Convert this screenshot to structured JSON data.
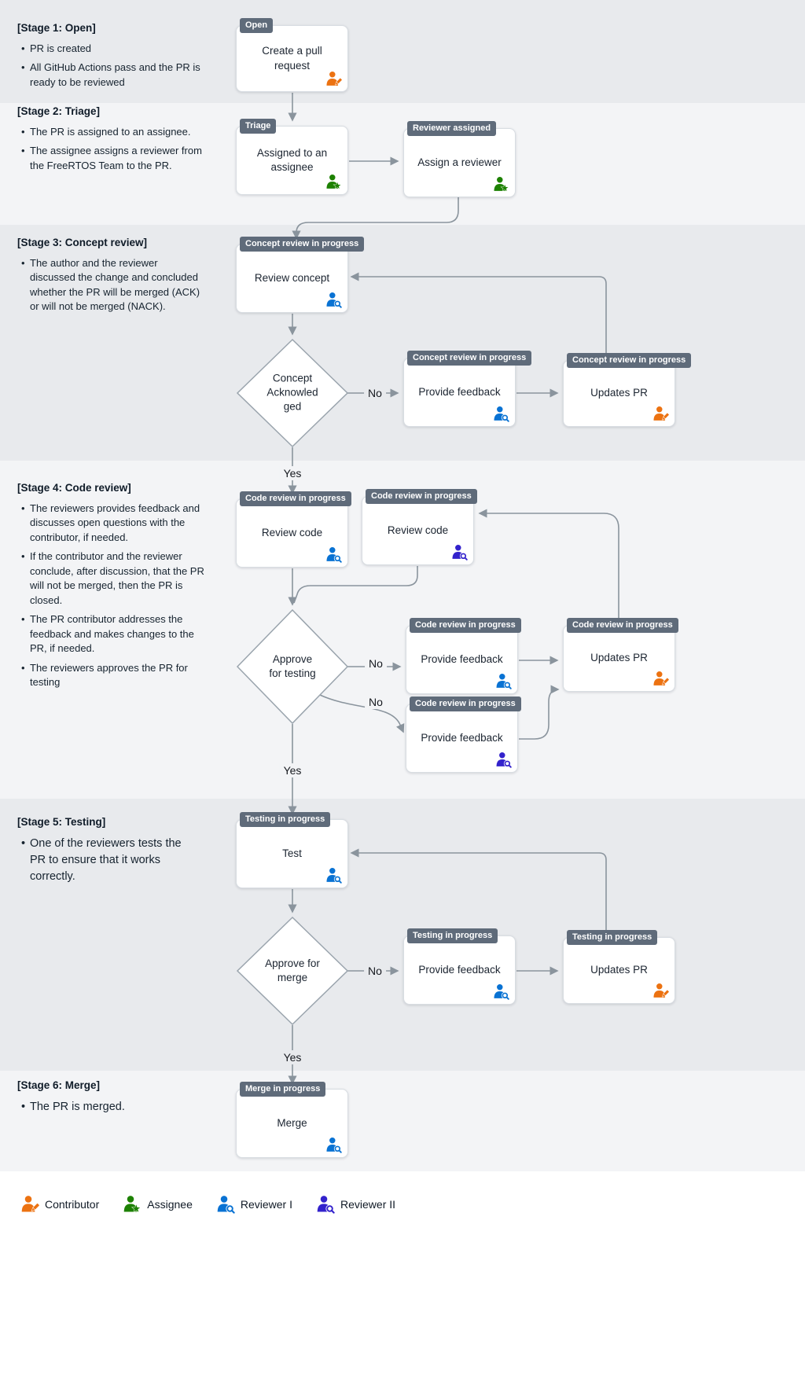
{
  "labels": {
    "yes": "Yes",
    "no": "No"
  },
  "stages": [
    {
      "title": "[Stage 1: Open]",
      "bullets": [
        "PR is created",
        "All GitHub Actions pass and the PR is ready to be reviewed"
      ]
    },
    {
      "title": "[Stage 2: Triage]",
      "bullets": [
        "The PR is assigned to an assignee.",
        "The assignee assigns a reviewer from the FreeRTOS Team to the PR."
      ]
    },
    {
      "title": "[Stage 3: Concept review]",
      "bullets": [
        "The author and the reviewer discussed the change and concluded whether the PR will be merged (ACK) or will not be merged (NACK)."
      ]
    },
    {
      "title": "[Stage 4: Code review]",
      "bullets": [
        "The reviewers provides feedback and discusses open questions with the contributor, if needed.",
        "If the contributor and the reviewer conclude, after discussion, that the PR will not be merged, then the PR is closed.",
        "The PR contributor addresses the feedback and makes changes to the PR, if needed.",
        "The reviewers approves the PR for testing"
      ]
    },
    {
      "title": "[Stage 5: Testing]",
      "bullets": [
        "One of the reviewers tests the PR to ensure that it works correctly."
      ]
    },
    {
      "title": "[Stage 6: Merge]",
      "bullets": [
        "The PR is merged."
      ]
    }
  ],
  "nodes": {
    "create_pr": {
      "badge": "Open",
      "label": "Create a pull request",
      "actor": "contributor"
    },
    "assigned": {
      "badge": "Triage",
      "label": "Assigned to an assignee",
      "actor": "assignee"
    },
    "assign_reviewer": {
      "badge": "Reviewer assigned",
      "label": "Assign a reviewer",
      "actor": "assignee"
    },
    "review_concept": {
      "badge": "Concept review in progress",
      "label": "Review concept",
      "actor": "reviewer1"
    },
    "concept_feedback": {
      "badge": "Concept review in progress",
      "label": "Provide feedback",
      "actor": "reviewer1"
    },
    "concept_updates": {
      "badge": "Concept review in progress",
      "label": "Updates PR",
      "actor": "contributor"
    },
    "review_code_1": {
      "badge": "Code review in progress",
      "label": "Review code",
      "actor": "reviewer1"
    },
    "review_code_2": {
      "badge": "Code review in progress",
      "label": "Review code",
      "actor": "reviewer2"
    },
    "code_feedback_1": {
      "badge": "Code review in progress",
      "label": "Provide feedback",
      "actor": "reviewer1"
    },
    "code_feedback_2": {
      "badge": "Code review in progress",
      "label": "Provide feedback",
      "actor": "reviewer2"
    },
    "code_updates": {
      "badge": "Code review in progress",
      "label": "Updates PR",
      "actor": "contributor"
    },
    "test": {
      "badge": "Testing in progress",
      "label": "Test",
      "actor": "reviewer1"
    },
    "test_feedback": {
      "badge": "Testing in progress",
      "label": "Provide feedback",
      "actor": "reviewer1"
    },
    "test_updates": {
      "badge": "Testing in progress",
      "label": "Updates PR",
      "actor": "contributor"
    },
    "merge": {
      "badge": "Merge in progress",
      "label": "Merge",
      "actor": "reviewer1"
    }
  },
  "decisions": {
    "concept_ack": {
      "label": "Concept Acknowledged"
    },
    "approve_testing": {
      "label": "Approve for testing"
    },
    "approve_merge": {
      "label": "Approve for merge"
    }
  },
  "legend": {
    "items": [
      {
        "label": "Contributor",
        "role": "contributor",
        "icon": "person-pencil-icon"
      },
      {
        "label": "Assignee",
        "role": "assignee",
        "icon": "person-star-icon"
      },
      {
        "label": "Reviewer I",
        "role": "reviewer1",
        "icon": "person-magnifier-icon"
      },
      {
        "label": "Reviewer II",
        "role": "reviewer2",
        "icon": "person-magnifier-icon"
      }
    ]
  },
  "colors": {
    "contributor": "#EC7211",
    "assignee": "#1D8102",
    "reviewer1": "#0972D3",
    "reviewer2": "#3322CC",
    "badge_bg": "#5F6B7A",
    "line": "#8A949D",
    "band_dark": "#E8EAED",
    "band_light": "#F3F4F6"
  }
}
